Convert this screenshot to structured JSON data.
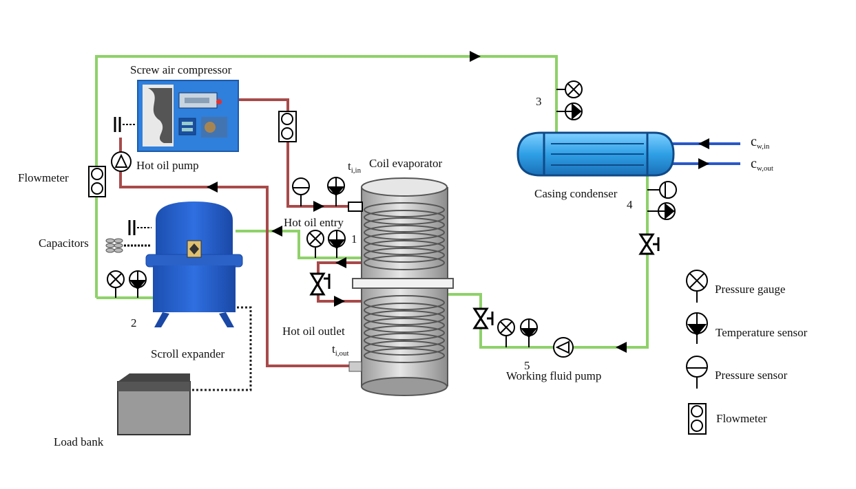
{
  "colors": {
    "working_fluid_line": "#8fd16a",
    "hot_oil_line": "#a84a4a",
    "cooling_water_line": "#2a58c8",
    "compressor_blue": "#2f7fdc",
    "expander_blue": "#2a62c8",
    "condenser_blue": "#3aa8e8",
    "evaporator_gray": "#cfcfcf",
    "load_bank_gray": "#9a9a9a"
  },
  "labels": {
    "screw_air_compressor": "Screw air compressor",
    "hot_oil_pump": "Hot oil pump",
    "flowmeter": "Flowmeter",
    "capacitors": "Capacitors",
    "scroll_expander": "Scroll expander",
    "load_bank": "Load bank",
    "coil_evaporator": "Coil evaporator",
    "hot_oil_entry": "Hot oil entry",
    "hot_oil_outlet": "Hot oil outlet",
    "casing_condenser": "Casing condenser",
    "working_fluid_pump": "Working fluid pump",
    "t_in_main": "t",
    "t_in_sub": "i,in",
    "t_out_main": "t",
    "t_out_sub": "i,out",
    "cw_in_main": "c",
    "cw_in_sub": "w,in",
    "cw_out_main": "c",
    "cw_out_sub": "w,out"
  },
  "state_points": [
    "1",
    "2",
    "3",
    "4",
    "5"
  ],
  "legend": [
    {
      "symbol": "pressure-gauge",
      "label": "Pressure gauge"
    },
    {
      "symbol": "temperature-sensor",
      "label": "Temperature sensor"
    },
    {
      "symbol": "pressure-sensor",
      "label": "Pressure sensor"
    },
    {
      "symbol": "flowmeter",
      "label": "Flowmeter"
    }
  ]
}
